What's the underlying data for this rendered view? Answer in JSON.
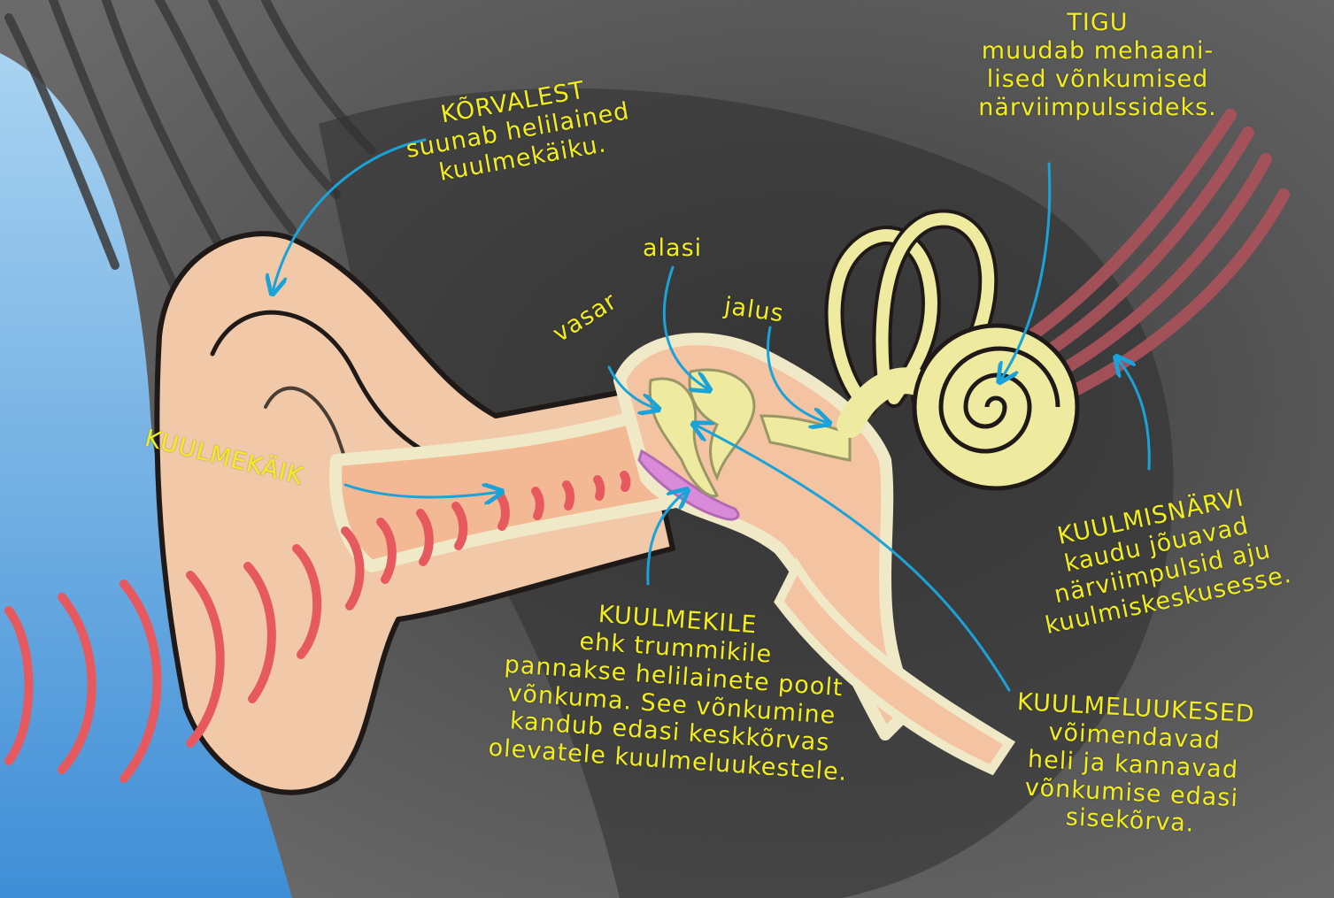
{
  "colors": {
    "label_text": "#f2ee1e",
    "arrow": "#1aa3d9",
    "sound_wave": "#e65a5f",
    "ear_skin": "#f1c9a8",
    "bone": "#eeeaa0",
    "nerve": "#a8525a",
    "eardrum": "#d98ad8",
    "background_gray": "#5a5a5a",
    "hair_dark": "#3a3a3a",
    "sky_blue": "#7fb8e6"
  },
  "labels": {
    "tigu": {
      "title": "TIGU",
      "lines": [
        "muudab mehaani-",
        "lised võnkumised",
        "närviimpulssideks."
      ]
    },
    "korvalest": {
      "title": "KÕRVALEST",
      "lines": [
        "suunab helilained",
        "kuulmekäiku."
      ]
    },
    "alasi": {
      "title": "alasi"
    },
    "vasar": {
      "title": "vasar"
    },
    "jalus": {
      "title": "jalus"
    },
    "kuulmekaik": {
      "title": "KUULMEKÄIK"
    },
    "kuulmisnarvi": {
      "title": "KUULMISNÄRVI",
      "lines": [
        "kaudu jõuavad",
        "närviimpulsid aju",
        "kuulmiskeskusesse."
      ]
    },
    "kuulmekile": {
      "title": "KUULMEKILE",
      "lines": [
        "ehk trummikile",
        "pannakse helilainete poolt",
        "võnkuma. See võnkumine",
        "kandub edasi keskkõrvas",
        "olevatele kuulmeluukestele."
      ]
    },
    "kuulmeluukesed": {
      "title": "KUULMELUUKESED",
      "lines": [
        "võimendavad",
        "heli ja kannavad",
        "võnkumise edasi",
        "sisekõrva."
      ]
    }
  }
}
